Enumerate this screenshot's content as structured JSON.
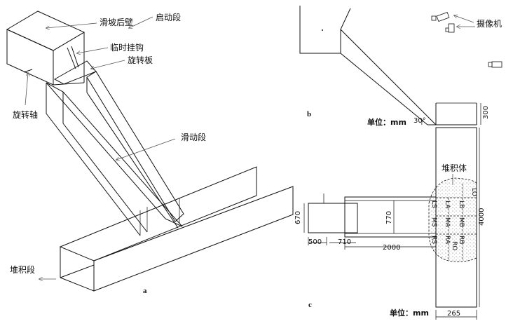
{
  "panel_a": {
    "label": "a",
    "callouts": {
      "back_wall": "滑坡后壁",
      "start_section": "启动段",
      "temp_hook": "临时挂钩",
      "rotating_plate": "旋转板",
      "rotation_axis": "旋转轴",
      "slide_section": "滑动段",
      "deposit_section": "堆积段"
    }
  },
  "panel_b": {
    "label": "b",
    "unit": "单位：mm",
    "angle": "30°",
    "camera": "摄像机",
    "dim_300": "300"
  },
  "panel_c": {
    "label": "c",
    "unit": "单位：mm",
    "deposit_body": "堆积体",
    "dims": {
      "d670": "670",
      "d770": "770",
      "d500": "500",
      "d710": "710",
      "d2000": "2000",
      "d4000": "4000",
      "d265": "265"
    },
    "zones": [
      "RS",
      "MS",
      "LS",
      "RA",
      "MA",
      "LA",
      "RB",
      "MB",
      "LB",
      "RO",
      "LO"
    ]
  }
}
